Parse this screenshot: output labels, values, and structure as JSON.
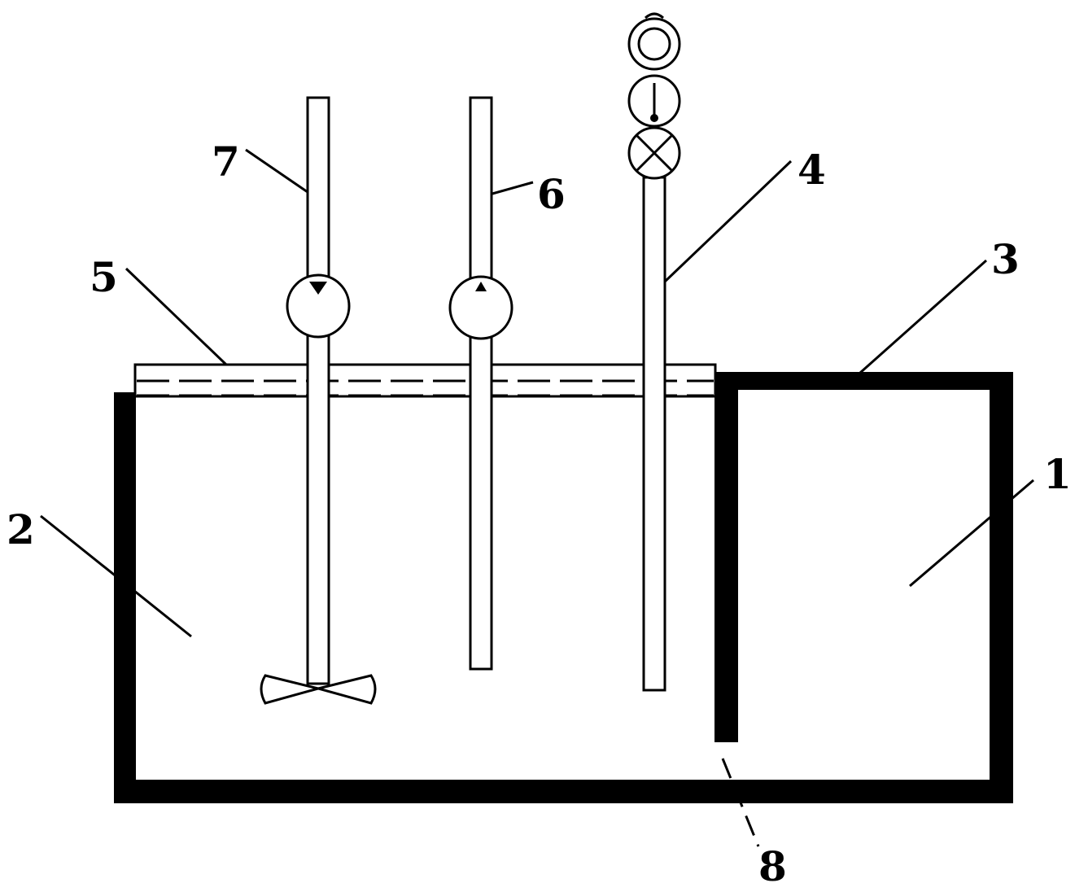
{
  "labels": {
    "part_1": "1",
    "part_2": "2",
    "part_3": "3",
    "part_4": "4",
    "part_5": "5",
    "part_6": "6",
    "part_7": "7",
    "part_8": "8"
  },
  "colors": {
    "line": "#000000",
    "background": "#ffffff"
  }
}
